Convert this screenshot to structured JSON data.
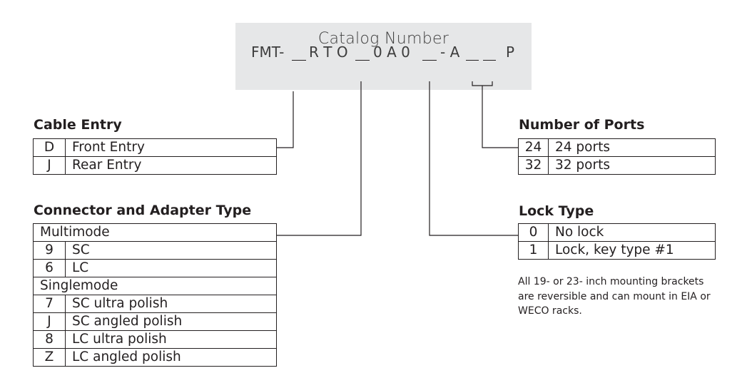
{
  "catalog": {
    "title": "Catalog Number",
    "segments": {
      "prefix": "FMT-",
      "seg1": "R T O",
      "seg2": "0 A 0",
      "seg3": "- A",
      "suffix": "P"
    }
  },
  "cable_entry": {
    "heading": "Cable Entry",
    "rows": [
      {
        "code": "D",
        "label": "Front Entry"
      },
      {
        "code": "J",
        "label": "Rear Entry"
      }
    ]
  },
  "connector": {
    "heading": "Connector and Adapter Type",
    "groups": [
      {
        "name": "Multimode",
        "rows": [
          {
            "code": "9",
            "label": "SC"
          },
          {
            "code": "6",
            "label": "LC"
          }
        ]
      },
      {
        "name": "Singlemode",
        "rows": [
          {
            "code": "7",
            "label": "SC ultra polish"
          },
          {
            "code": "J",
            "label": "SC angled polish"
          },
          {
            "code": "8",
            "label": "LC ultra polish"
          },
          {
            "code": "Z",
            "label": "LC angled polish"
          }
        ]
      }
    ]
  },
  "ports": {
    "heading": "Number of Ports",
    "rows": [
      {
        "code": "24",
        "label": "24 ports"
      },
      {
        "code": "32",
        "label": "32 ports"
      }
    ]
  },
  "lock": {
    "heading": "Lock Type",
    "rows": [
      {
        "code": "0",
        "label": "No lock"
      },
      {
        "code": "1",
        "label": "Lock, key type #1"
      }
    ]
  },
  "note": {
    "lines": [
      "All 19- or 23- inch mounting brackets",
      "are reversible and can mount in EIA or",
      "WECO racks."
    ]
  }
}
